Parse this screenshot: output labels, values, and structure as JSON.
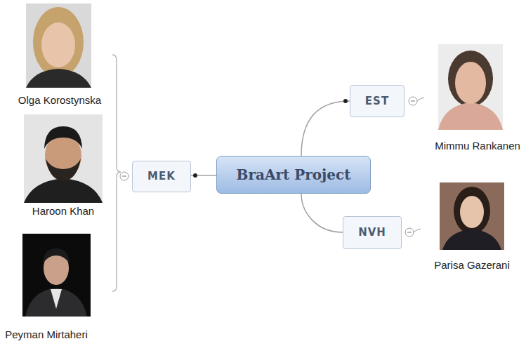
{
  "diagram": {
    "nodes": [
      {
        "text": [
          "BraArt Project"
        ]
      },
      {
        "text": [
          "MEK"
        ]
      },
      {
        "text": [
          "EST"
        ]
      },
      {
        "text": [
          "NVH"
        ]
      }
    ],
    "edges": [
      {
        "from": 0,
        "to": 1,
        "arrow": "none"
      },
      {
        "from": 0,
        "to": 2,
        "arrow": "none"
      },
      {
        "from": 0,
        "to": 3,
        "arrow": "none"
      }
    ],
    "labels": [
      "Olga Korostynska",
      "Haroon Khan",
      "Peyman Mirtaheri",
      "Mimmu Rankanen",
      "Parisa Gazerani"
    ]
  }
}
